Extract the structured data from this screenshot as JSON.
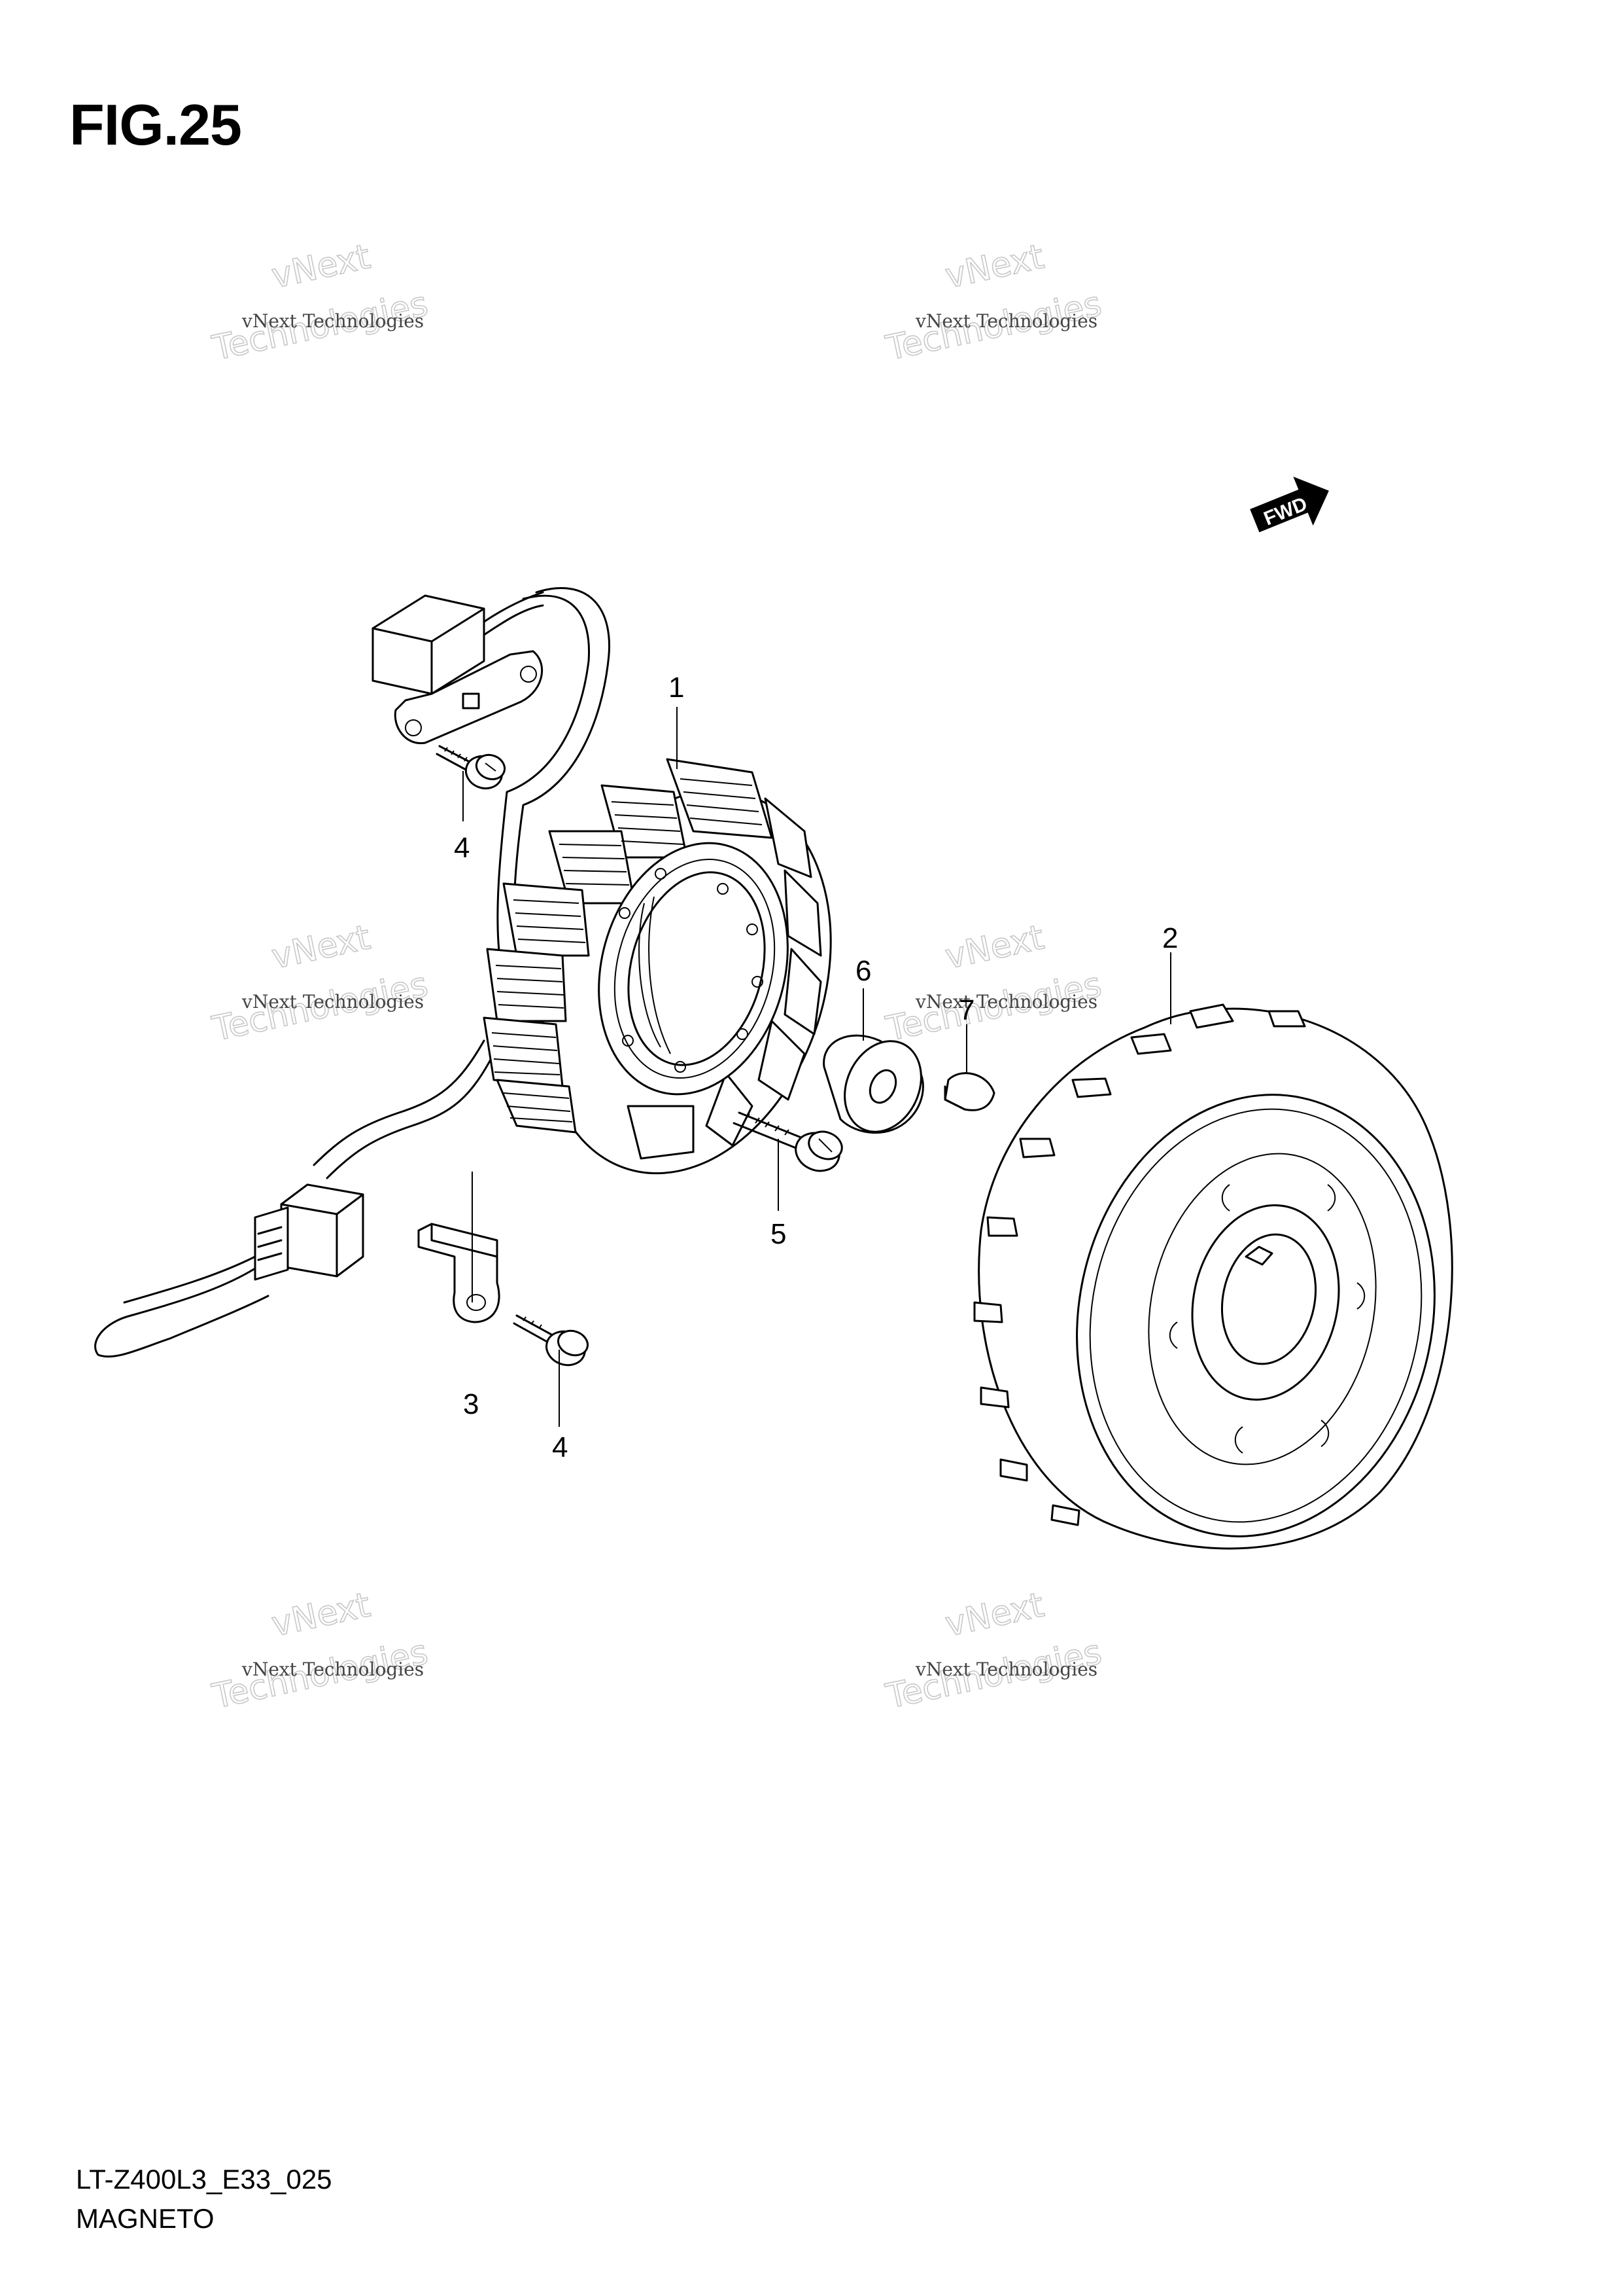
{
  "figure": {
    "title": "FIG.25",
    "code": "LT-Z400L3_E33_025",
    "name": "MAGNETO"
  },
  "direction_badge": "FWD",
  "watermark": {
    "line1": "vNext Technologies",
    "line2": "Technologies",
    "line3": "vNext"
  },
  "callouts": {
    "c1": "1",
    "c2": "2",
    "c3": "3",
    "c4a": "4",
    "c4b": "4",
    "c5": "5",
    "c6": "6",
    "c7": "7"
  }
}
